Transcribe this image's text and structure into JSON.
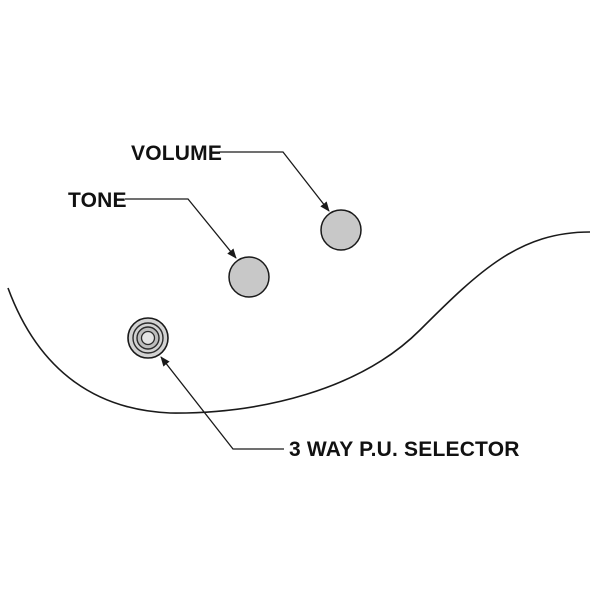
{
  "labels": {
    "volume": "VOLUME",
    "tone": "TONE",
    "selector": "3 WAY P.U. SELECTOR"
  },
  "colors": {
    "line": "#1a1a1a",
    "knob_fill": "#c8c8c8",
    "selector_fill": "#d2d2d2",
    "background": "#ffffff"
  }
}
